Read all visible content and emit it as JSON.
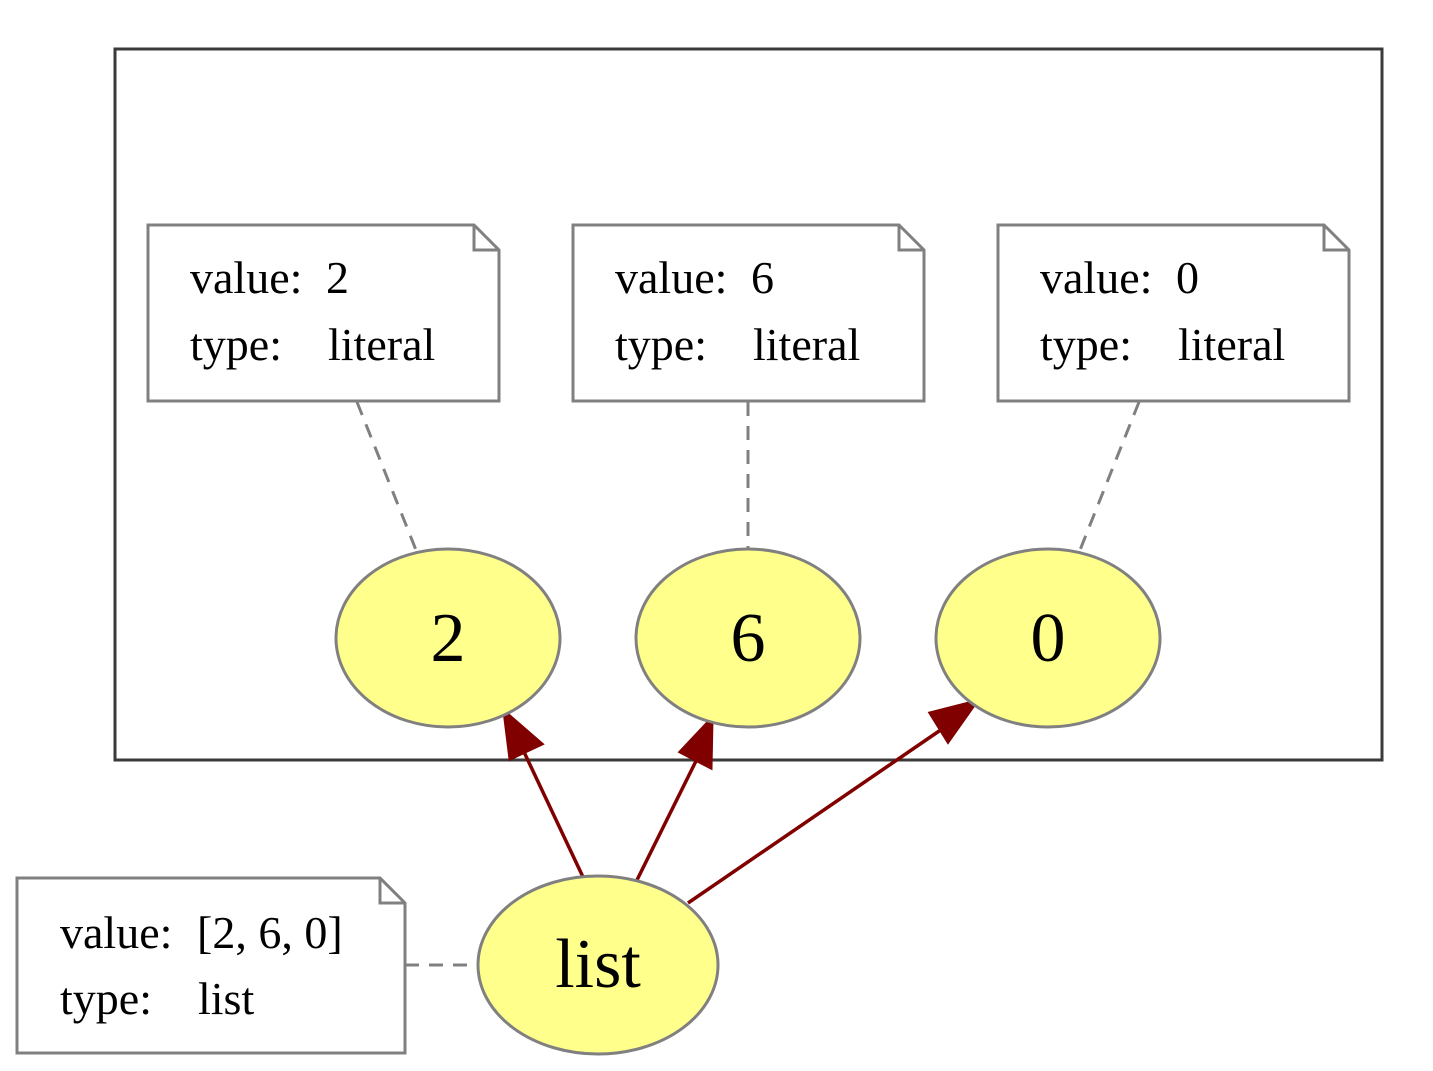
{
  "colors": {
    "node_fill": "#ffff8c",
    "node_stroke": "#808080",
    "note_stroke": "#808080",
    "cluster_stroke": "#3a3a3a",
    "edge": "#800000",
    "dashed": "#808080"
  },
  "nodes": {
    "n2": {
      "label": "2"
    },
    "n6": {
      "label": "6"
    },
    "n0": {
      "label": "0"
    },
    "list": {
      "label": "list"
    }
  },
  "notes": {
    "n2": {
      "value_key": "value:",
      "value": "2",
      "type_key": "type:",
      "type": "literal"
    },
    "n6": {
      "value_key": "value:",
      "value": "6",
      "type_key": "type:",
      "type": "literal"
    },
    "n0": {
      "value_key": "value:",
      "value": "0",
      "type_key": "type:",
      "type": "literal"
    },
    "list": {
      "value_key": "value:",
      "value": "[2, 6, 0]",
      "type_key": "type:",
      "type": "list"
    }
  }
}
